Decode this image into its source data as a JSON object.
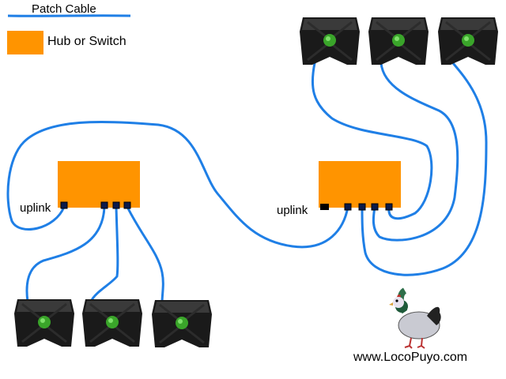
{
  "legend": {
    "cable_label": "Patch Cable",
    "hub_label": "Hub or Switch"
  },
  "hubs": {
    "left": {
      "uplink_label": "uplink"
    },
    "right": {
      "uplink_label": "uplink"
    }
  },
  "footer": {
    "url": "www.LocoPuyo.com"
  },
  "colors": {
    "cable": "#1f7fe6",
    "hub": "#ff9400",
    "console_body": "#1a1a1a",
    "console_jewel": "#3aa52a",
    "port": "#0b1a4a"
  },
  "icons": [
    "xbox-console-icon",
    "chicken-mascot-icon"
  ]
}
